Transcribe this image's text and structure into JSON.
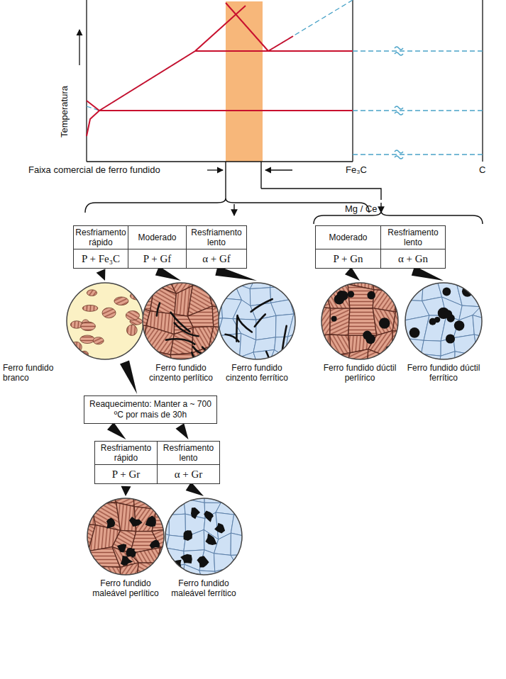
{
  "diagram": {
    "nodes": [
      {
        "text": [
          "Resfriamento rápido",
          "P + Fe₃C"
        ]
      },
      {
        "text": [
          "Moderado",
          "P + Gf"
        ]
      },
      {
        "text": [
          "Resfriamento lento",
          "α + Gf"
        ]
      },
      {
        "text": [
          "Moderado",
          "P + Gn"
        ]
      },
      {
        "text": [
          "Resfriamento lento",
          "α + Gn"
        ]
      },
      {
        "text": [
          "Ferro fundido branco"
        ]
      },
      {
        "text": [
          "Ferro fundido cinzento perlítico"
        ]
      },
      {
        "text": [
          "Ferro fundido cinzento ferrítico"
        ]
      },
      {
        "text": [
          "Ferro fundido dúctil perlírico"
        ]
      },
      {
        "text": [
          "Ferro fundido dúctil ferrítico"
        ]
      },
      {
        "text": [
          "Reaquecimento: Manter a ~ 700 ºC por mais de 30h"
        ]
      },
      {
        "text": [
          "Resfriamento rápido",
          "P + Gr"
        ]
      },
      {
        "text": [
          "Resfriamento lento",
          "α + Gr"
        ]
      },
      {
        "text": [
          "Ferro fundido maleável perlítico"
        ]
      },
      {
        "text": [
          "Ferro fundido maleável ferrítico"
        ]
      }
    ],
    "edges": [
      {
        "from": 0,
        "to": 5,
        "arrow": "to"
      },
      {
        "from": 1,
        "to": 6,
        "arrow": "to"
      },
      {
        "from": 2,
        "to": 7,
        "arrow": "to"
      },
      {
        "from": 3,
        "to": 8,
        "arrow": "to"
      },
      {
        "from": 4,
        "to": 9,
        "arrow": "to"
      },
      {
        "from": 5,
        "to": 10,
        "arrow": "to"
      },
      {
        "from": 10,
        "to": 11,
        "arrow": "to"
      },
      {
        "from": 10,
        "to": 12,
        "arrow": "to"
      },
      {
        "from": 11,
        "to": 13,
        "arrow": "to"
      },
      {
        "from": 12,
        "to": 14,
        "arrow": "to"
      }
    ],
    "labels": [
      "Temperatura",
      "Faixa comercial de ferro fundido",
      "Fe₃C",
      "C",
      "Mg / Ce"
    ]
  }
}
